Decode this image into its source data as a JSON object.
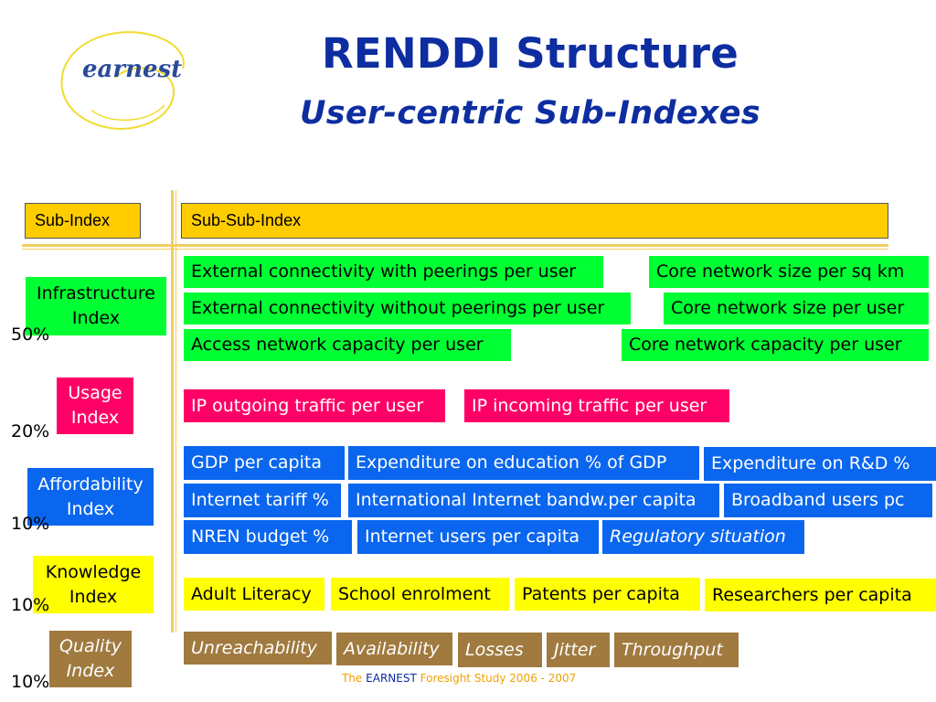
{
  "logo": {
    "text": "earnest"
  },
  "title": {
    "main": "RENDDI Structure",
    "sub": "User-centric Sub-Indexes"
  },
  "headers": {
    "sub_index": "Sub-Index",
    "sub_sub_index": "Sub-Sub-Index"
  },
  "infrastructure": {
    "label_line1": "Infrastructure",
    "label_line2": "Index",
    "weight": "50%",
    "items": [
      "External connectivity with peerings per user",
      "Core network size per sq km",
      "External connectivity without peerings per user",
      "Core network size per user",
      "Access network capacity per user",
      "Core network capacity per user"
    ]
  },
  "usage": {
    "label_line1": "Usage",
    "label_line2": "Index",
    "weight": "20%",
    "items": [
      "IP outgoing traffic per user",
      "IP incoming traffic per user"
    ]
  },
  "affordability": {
    "label_line1": "Affordability",
    "label_line2": "Index",
    "weight": "10%",
    "items": [
      "GDP per capita",
      "Expenditure on education % of GDP",
      "Expenditure on R&D %",
      "Internet tariff %",
      "International Internet bandw.per capita",
      "Broadband users pc",
      "NREN budget %",
      "Internet users per capita",
      "Regulatory situation"
    ]
  },
  "knowledge": {
    "label_line1": "Knowledge",
    "label_line2": "Index",
    "weight": "10%",
    "items": [
      "Adult Literacy",
      "School enrolment",
      "Patents per capita",
      "Researchers per capita"
    ]
  },
  "quality": {
    "label_line1": "Quality",
    "label_line2": "Index",
    "weight": "10%",
    "items": [
      "Unreachability",
      "Availability",
      "Losses",
      "Jitter",
      "Throughput"
    ]
  },
  "footer": {
    "part1": "The",
    "part2": "EARNEST",
    "part3": "Foresight Study 2006 - 2007"
  },
  "colors": {
    "title": "#0d2da0",
    "header": "#ffcc00",
    "infrastructure": "#00ff33",
    "usage": "#ff0066",
    "affordability": "#0a66ee",
    "knowledge": "#ffff00",
    "quality": "#a07a3f",
    "divider": "#f0d060"
  }
}
